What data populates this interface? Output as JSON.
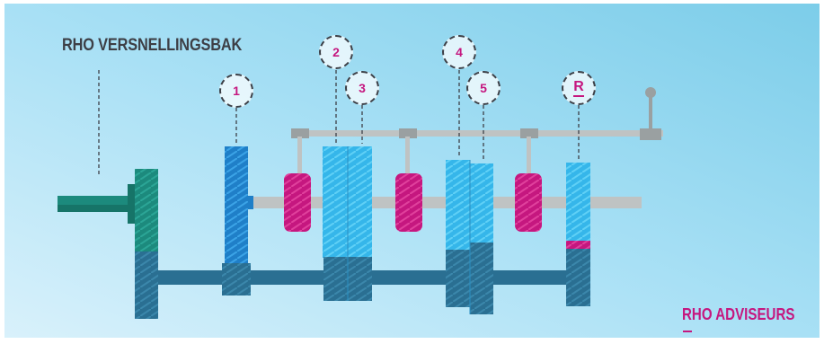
{
  "title": "RHO VERSNELLINGSBAK",
  "brand": "RHO ADVISEURS",
  "gears": [
    {
      "label": "1"
    },
    {
      "label": "2"
    },
    {
      "label": "3"
    },
    {
      "label": "4"
    },
    {
      "label": "5"
    },
    {
      "label": "R"
    }
  ],
  "colors": {
    "background_light": "#d6f0fb",
    "background_dark": "#7fd0ee",
    "gear_cyan": "#33b4e8",
    "gear_blue": "#1e7bc4",
    "gear_dark": "#2a6f92",
    "collar_magenta": "#c5177f",
    "input_teal": "#1c8a7d",
    "rod_grey": "#bfc3c3",
    "brand": "#c5177f",
    "title": "#3d3f46"
  }
}
